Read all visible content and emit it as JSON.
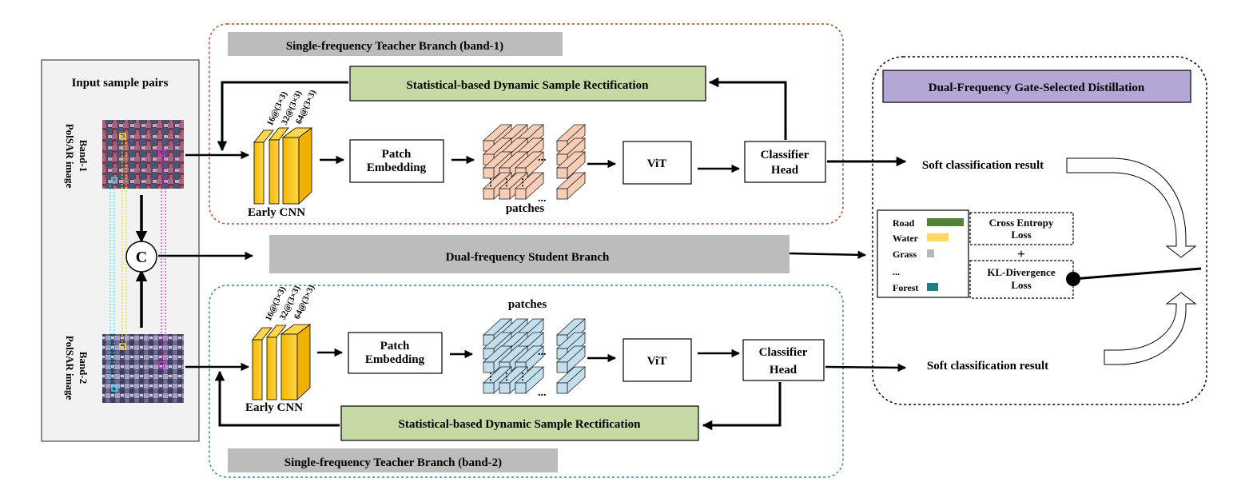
{
  "input": {
    "title": "Input sample pairs",
    "band1_name": "Band-1",
    "band1_sub": "PolSAR image",
    "band2_name": "Band-2",
    "band2_sub": "PolSAR image",
    "concat_symbol": "C"
  },
  "teacher1": {
    "title": "Single-frequency Teacher Branch (band-1)",
    "rectification": "Statistical-based Dynamic Sample Rectification",
    "cnn_layers": [
      "16@(3×3)",
      "32@(3×3)",
      "64@(3×3)"
    ],
    "early_cnn": "Early CNN",
    "patch_embedding": [
      "Patch",
      "Embedding"
    ],
    "patches": "patches",
    "vit": "ViT",
    "classifier_head": [
      "Classifier",
      "Head"
    ]
  },
  "student": {
    "title": "Dual-frequency Student Branch"
  },
  "teacher2": {
    "title": "Single-frequency Teacher Branch (band-2)",
    "rectification": "Statistical-based Dynamic Sample Rectification",
    "cnn_layers": [
      "16@(3×3)",
      "32@(3×3)",
      "64@(3×3)"
    ],
    "early_cnn": "Early CNN",
    "patch_embedding": [
      "Patch",
      "Embedding"
    ],
    "patches": "patches",
    "vit": "ViT",
    "classifier_head": [
      "Classifier",
      "Head"
    ]
  },
  "distillation": {
    "title": "Dual-Frequency Gate-Selected  Distillation",
    "soft_result_top": "Soft classification result",
    "soft_result_bottom": "Soft classification result",
    "legend": [
      {
        "label": "Road",
        "color": "#548235"
      },
      {
        "label": "Water",
        "color": "#ffd966"
      },
      {
        "label": "Grass",
        "color": "#b8b8b8"
      },
      {
        "label": "...",
        "color": ""
      },
      {
        "label": "Forest",
        "color": "#1a8080"
      }
    ],
    "cross_entropy": [
      "Cross Entropy",
      "Loss"
    ],
    "plus": "+",
    "kl_divergence": [
      "KL-Divergence",
      "Loss"
    ]
  },
  "colors": {
    "patch_top": "#f7cdb5",
    "patch_bottom": "#c3dfee"
  }
}
